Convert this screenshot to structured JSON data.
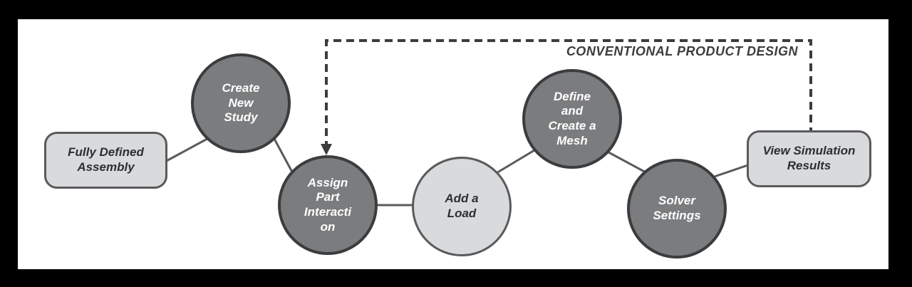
{
  "diagram": {
    "loop_label": "CONVENTIONAL PRODUCT DESIGN",
    "nodes": [
      {
        "id": "fully-defined-assembly",
        "label": "Fully Defined\nAssembly",
        "shape": "rect",
        "tone": "light"
      },
      {
        "id": "create-new-study",
        "label": "Create\nNew\nStudy",
        "shape": "circle",
        "tone": "dark"
      },
      {
        "id": "assign-part-interaction",
        "label": "Assign\nPart\nInteracti\non",
        "shape": "circle",
        "tone": "dark"
      },
      {
        "id": "add-a-load",
        "label": "Add a\nLoad",
        "shape": "circle",
        "tone": "light"
      },
      {
        "id": "define-and-create-a-mesh",
        "label": "Define\nand\nCreate a\nMesh",
        "shape": "circle",
        "tone": "dark"
      },
      {
        "id": "solver-settings",
        "label": "Solver\nSettings",
        "shape": "circle",
        "tone": "dark"
      },
      {
        "id": "view-simulation-results",
        "label": "View Simulation\nResults",
        "shape": "rect",
        "tone": "light"
      }
    ],
    "colors": {
      "frame": "#000000",
      "canvas": "#ffffff",
      "dark_node_fill": "#7b7c7e",
      "dark_node_border": "#3b3c3e",
      "light_node_fill": "#d9dadb",
      "light_node_border": "#595a5c",
      "connector_line": "#595a5c",
      "dashed_feedback": "#3b3c3e",
      "dark_text": "#2d2e2f",
      "light_text": "#ffffff"
    }
  }
}
